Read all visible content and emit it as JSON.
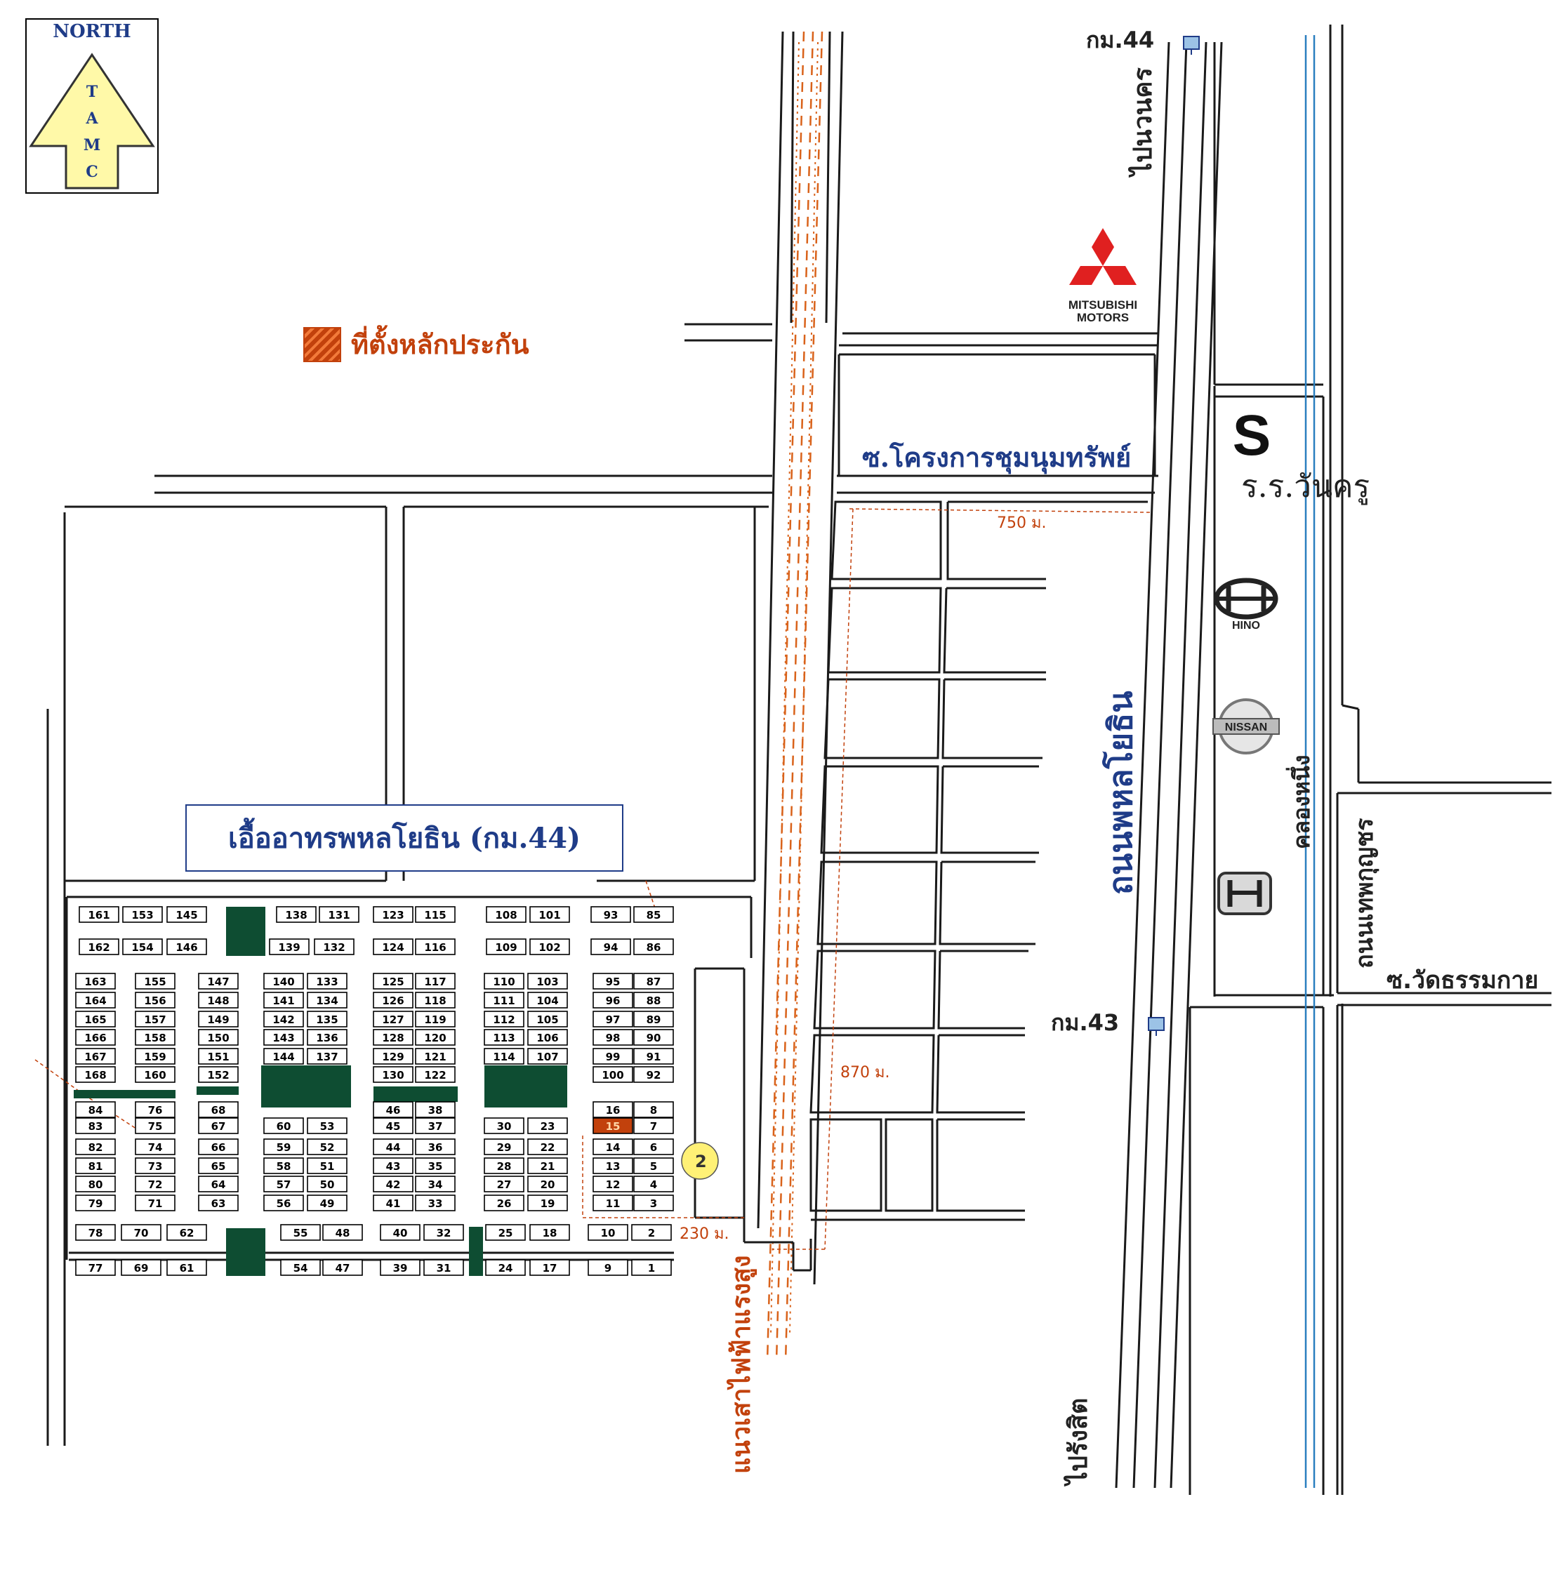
{
  "north_arrow": {
    "label": "NORTH",
    "letters": [
      "T",
      "A",
      "M",
      "C"
    ]
  },
  "legend": {
    "label": "ที่ตั้งหลักประกัน"
  },
  "project_title": "เอื้ออาทรพหลโยธิน (กม.44)",
  "roads": {
    "phahonyothin": "ถนนพหลโยธิน",
    "soi_chumnum": "ซ.โครงการชุมนุมทรัพย์",
    "soi_wat": "ซ.วัดธรรมกาย",
    "thepkunchon": "ถนนเทพกุญชร",
    "canal": "คลองหนึ่ง",
    "to_wanakhon": "ไปนวนคร",
    "to_rangsit": "ไปรังสิต",
    "power_line": "แนวเสาไฟฟ้าแรงสูง"
  },
  "km_markers": {
    "km44": "กม.44",
    "km43": "กม.43"
  },
  "school": "ร.ร.วันครู",
  "distances": {
    "d750": "750 ม.",
    "d870": "870 ม.",
    "d230": "230 ม."
  },
  "brands": {
    "mitsubishi": [
      "MITSUBISHI",
      "MOTORS"
    ],
    "hino": "HINO",
    "nissan": "NISSAN",
    "school_logo": "S"
  },
  "collateral_lot": "15",
  "marker_label": "2",
  "icons": [
    "north-arrow-icon",
    "mitsubishi-logo-icon",
    "hino-logo-icon",
    "nissan-logo-icon",
    "honda-logo-icon",
    "school-logo-icon",
    "km-post-icon"
  ]
}
